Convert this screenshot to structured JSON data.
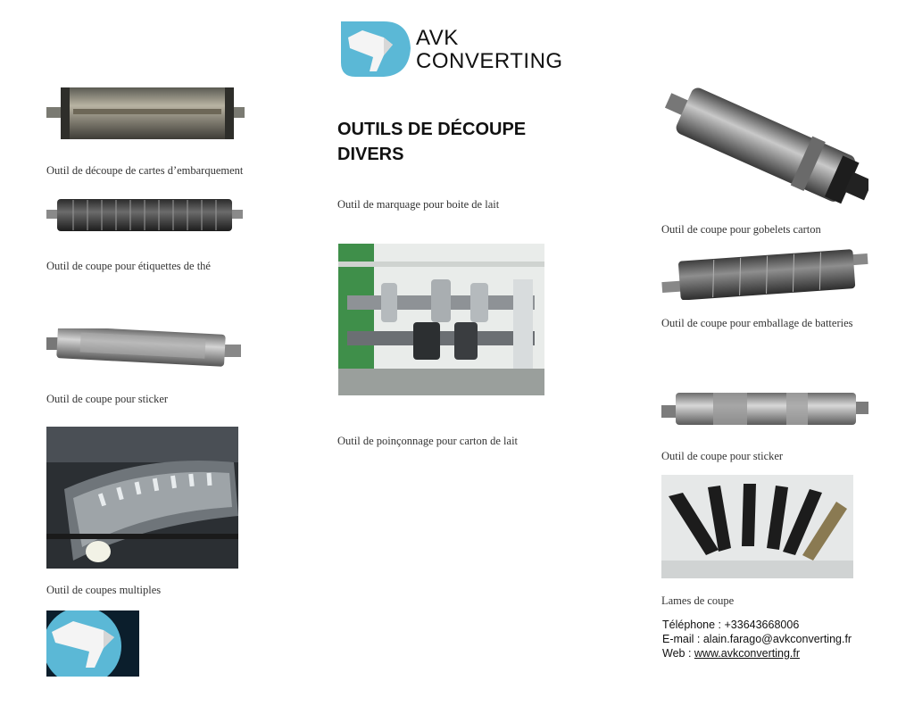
{
  "brand": {
    "line1": "AVK",
    "line2": "CONVERTING"
  },
  "title": {
    "line1": "OUTILS DE DÉCOUPE",
    "line2": "DIVERS"
  },
  "captions": {
    "boarding_cards": "Outil de découpe de cartes d’embarquement",
    "tea_labels": "Outil de coupe pour étiquettes de thé",
    "sticker_left": "Outil de coupe pour sticker",
    "multiple_cuts": "Outil de coupes multiples",
    "milk_box_marking": "Outil de marquage pour boite de lait",
    "milk_carton_punching": "Outil de poinçonnage pour carton de lait",
    "paper_cups": "Outil de coupe pour gobelets carton",
    "battery_packaging": "Outil de coupe pour emballage de batteries",
    "sticker_right": "Outil de coupe pour sticker",
    "blades": "Lames de coupe"
  },
  "contact": {
    "phone": "Téléphone : +33643668006",
    "email": "E-mail : alain.farago@avkconverting.fr",
    "web_label": "Web : ",
    "web_link": "www.avkconverting.fr"
  },
  "colors": {
    "logo_blue": "#5bb8d6",
    "steel": "#9a9a9a",
    "dark_steel": "#3c3c3c"
  }
}
